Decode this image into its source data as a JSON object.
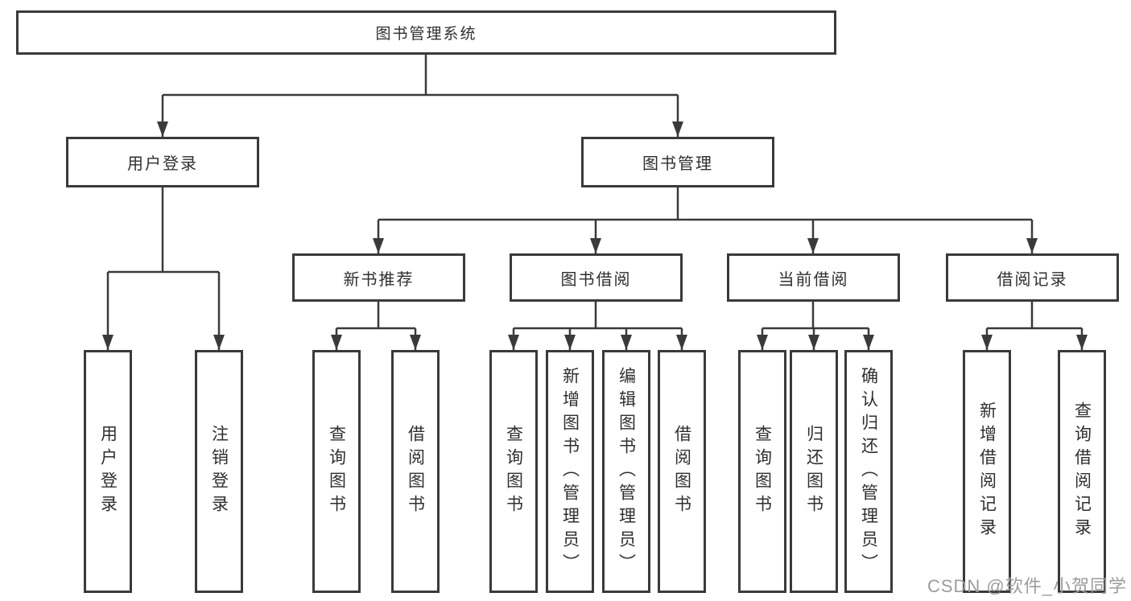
{
  "diagram": {
    "type": "hierarchy-tree",
    "root": {
      "label": "图书管理系统"
    },
    "branches": [
      {
        "label": "用户登录",
        "children": [
          {
            "label": "用户登录"
          },
          {
            "label": "注销登录"
          }
        ]
      },
      {
        "label": "图书管理",
        "children": [
          {
            "label": "新书推荐",
            "children": [
              {
                "label": "查询图书"
              },
              {
                "label": "借阅图书"
              }
            ]
          },
          {
            "label": "图书借阅",
            "children": [
              {
                "label": "查询图书"
              },
              {
                "label": "新增图书（管理员）"
              },
              {
                "label": "编辑图书（管理员）"
              },
              {
                "label": "借阅图书"
              }
            ]
          },
          {
            "label": "当前借阅",
            "children": [
              {
                "label": "查询图书"
              },
              {
                "label": "归还图书"
              },
              {
                "label": "确认归还（管理员）"
              }
            ]
          },
          {
            "label": "借阅记录",
            "children": [
              {
                "label": "新增借阅记录"
              },
              {
                "label": "查询借阅记录"
              }
            ]
          }
        ]
      }
    ]
  },
  "watermark": {
    "text": "CSDN @软件_小贺同学"
  },
  "colors": {
    "line": "#3a3a3a",
    "text": "#2f2f2f",
    "box_background": "#ffffff",
    "page_background": "#ffffff",
    "watermark": "#9c9c9c"
  }
}
